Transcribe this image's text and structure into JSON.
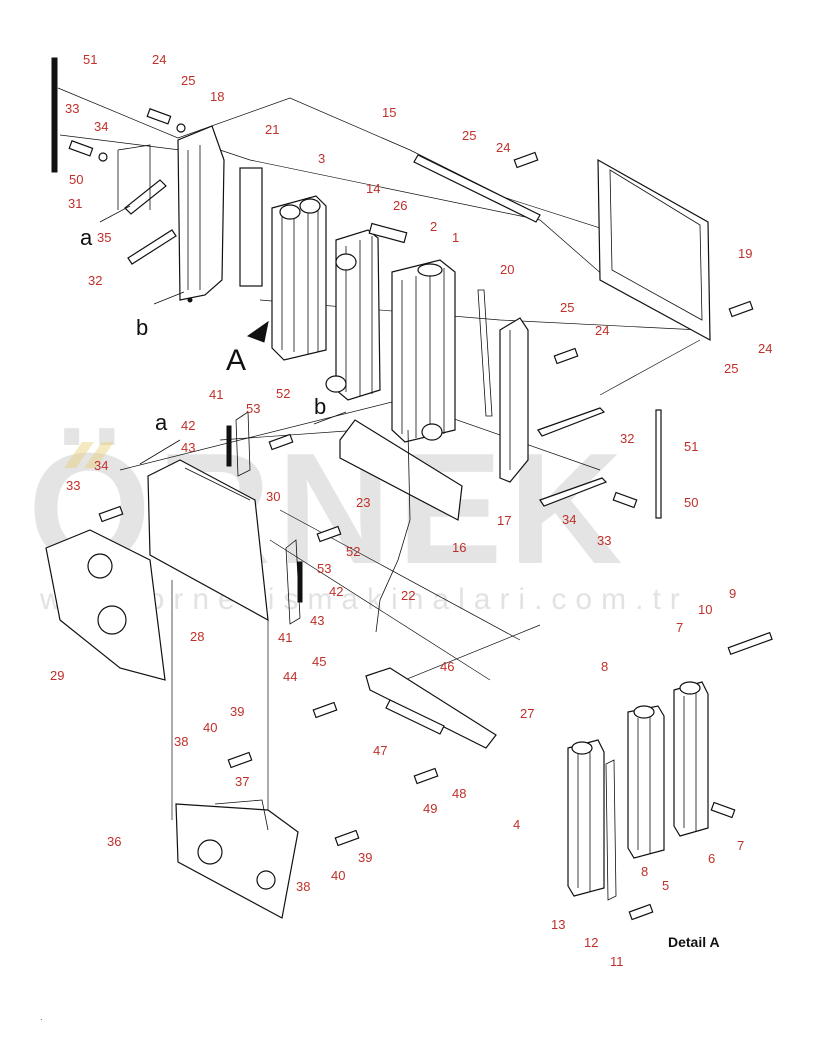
{
  "watermark": {
    "logo": "ÖRNEK",
    "url": "www.ornekismakinalari.com.tr"
  },
  "diagram": {
    "detail_caption": "Detail A",
    "page_mark": ".",
    "view_letters": [
      "a",
      "b",
      "A",
      "b",
      "a"
    ],
    "callouts": [
      "51",
      "24",
      "25",
      "18",
      "33",
      "34",
      "50",
      "31",
      "35",
      "32",
      "21",
      "3",
      "15",
      "25",
      "24",
      "14",
      "26",
      "2",
      "1",
      "19",
      "20",
      "25",
      "24",
      "24",
      "25",
      "b",
      "A",
      "41",
      "53",
      "52",
      "42",
      "43",
      "34",
      "33",
      "30",
      "23",
      "16",
      "17",
      "32",
      "51",
      "50",
      "34",
      "33",
      "53",
      "52",
      "42",
      "43",
      "28",
      "29",
      "22",
      "41",
      "9",
      "10",
      "7",
      "8",
      "45",
      "46",
      "44",
      "27",
      "47",
      "40",
      "39",
      "38",
      "37",
      "49",
      "48",
      "36",
      "40",
      "39",
      "38",
      "4",
      "5",
      "6",
      "7",
      "8",
      "13",
      "12",
      "11"
    ]
  },
  "colors": {
    "callout": "#c0302a",
    "line": "#111111",
    "watermark": "#cfcfcf",
    "watermark_accent": "#e9cf7a"
  }
}
